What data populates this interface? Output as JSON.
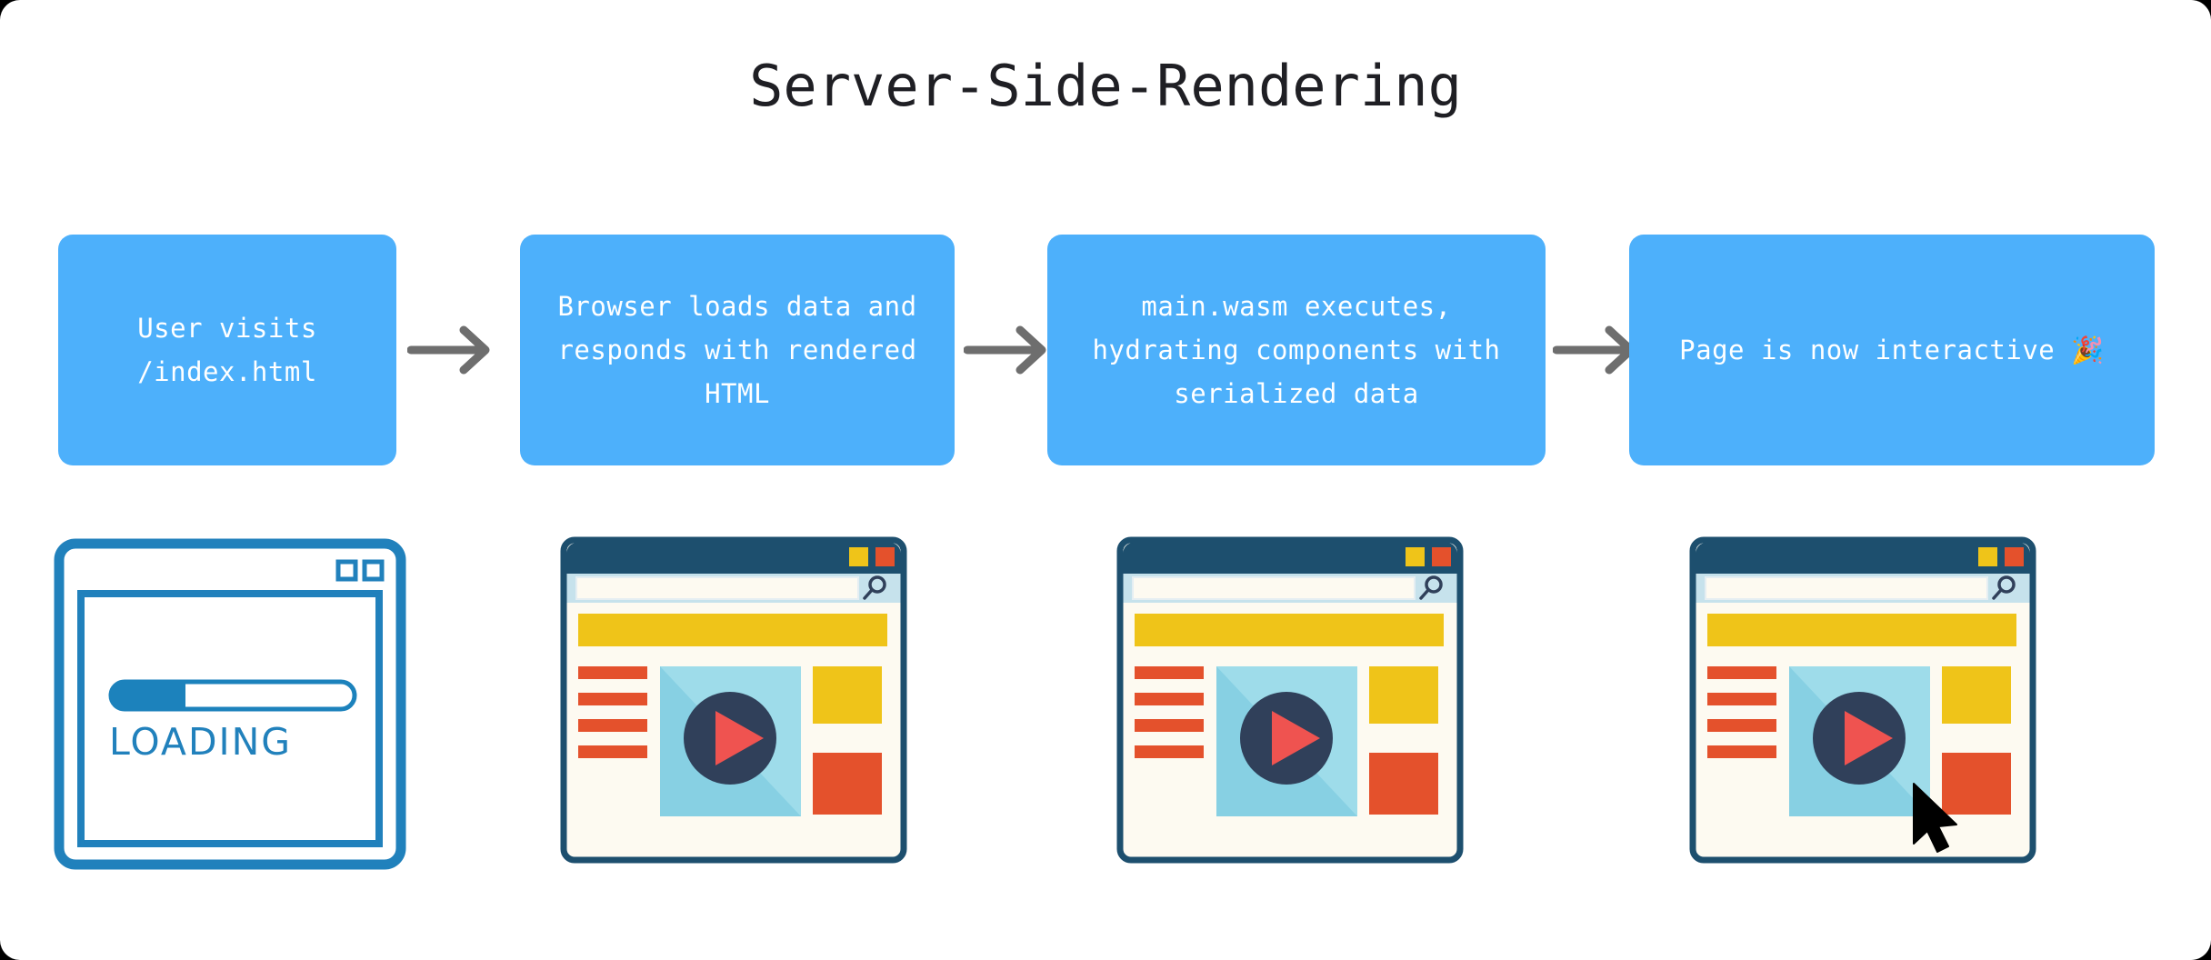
{
  "page": {
    "title": "Server-Side-Rendering",
    "background_color": "#ffffff",
    "accent_blue": "#4DB0FB",
    "arrow_color": "#6E6E6E",
    "title_color": "#1f1f24"
  },
  "flow": {
    "steps": [
      {
        "id": "step-1",
        "label": "User visits\n/index.html",
        "illustration": "loading-browser-sketch"
      },
      {
        "id": "step-2",
        "label": "Browser loads data and\nresponds with rendered\nHTML",
        "illustration": "browser-window-mockup"
      },
      {
        "id": "step-3",
        "label": "main.wasm executes,\nhydrating components with\nserialized data",
        "illustration": "browser-window-mockup"
      },
      {
        "id": "step-4",
        "label": "Page is now interactive  🎉",
        "illustration": "browser-window-mockup-with-cursor"
      }
    ],
    "arrows": [
      {
        "id": "arrow-1",
        "icon": "arrow-right-icon"
      },
      {
        "id": "arrow-2",
        "icon": "arrow-right-icon"
      },
      {
        "id": "arrow-3",
        "icon": "arrow-right-icon"
      }
    ]
  },
  "illustrations": {
    "loading": {
      "label": "LOADING",
      "progress_percent": 31,
      "stroke_color": "#1C82BC",
      "fill_color": "#1C82BC",
      "window_buttons": 2
    },
    "browser_mockup": {
      "chrome_color": "#1D4F6E",
      "titlebar_buttons": [
        "#EFC419",
        "#E4512C"
      ],
      "addressbar_bg": "#C6E2EC",
      "addressbar_field": "#FDFAF1",
      "search_icon": "magnifier-icon",
      "page_bg": "#FDFAF1",
      "banner_color": "#EFC419",
      "list_bar_color": "#E4512C",
      "list_bar_count": 4,
      "media_bg": "#87D0E3",
      "play_circle_color": "#30405A",
      "play_triangle_color": "#EF5350",
      "side_block_yellow": "#EFC419",
      "side_block_orange": "#E4512C"
    },
    "cursor": {
      "icon": "mouse-pointer-icon",
      "color": "#000000"
    }
  }
}
